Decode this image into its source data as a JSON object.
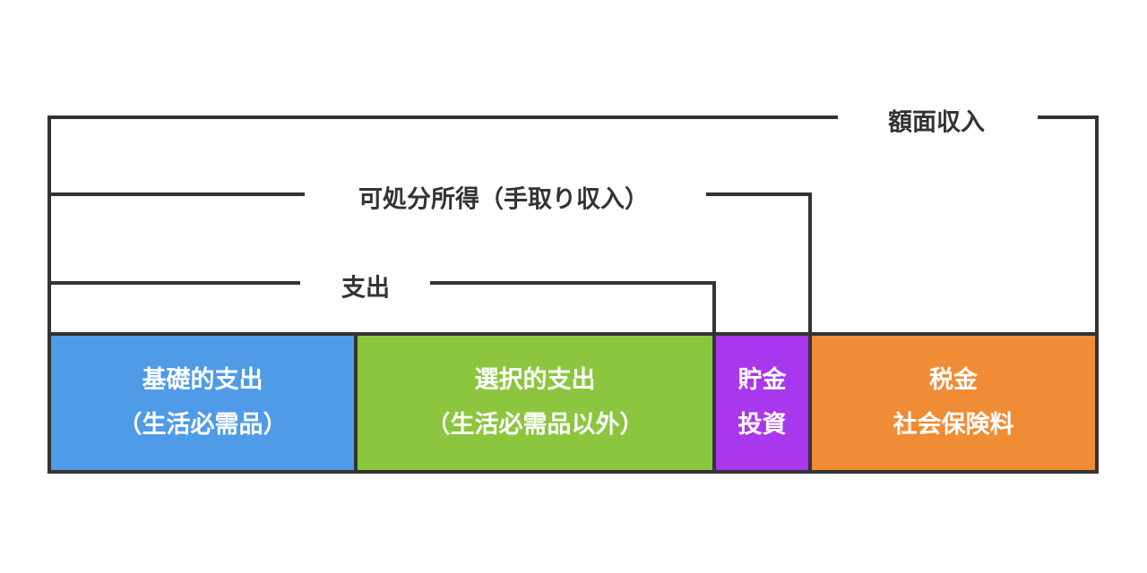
{
  "brackets": {
    "gross_income": "額面収入",
    "disposable_income": "可処分所得（手取り収入）",
    "expenses": "支出"
  },
  "boxes": [
    {
      "line1": "基礎的支出",
      "line2": "（生活必需品）",
      "color": "#4F9BE8"
    },
    {
      "line1": "選択的支出",
      "line2": "（生活必需品以外）",
      "color": "#8CC63F"
    },
    {
      "line1": "貯金",
      "line2": "投資",
      "color": "#A937EE"
    },
    {
      "line1": "税金",
      "line2": "社会保険料",
      "color": "#F08C35"
    }
  ],
  "line_color": "#333333"
}
